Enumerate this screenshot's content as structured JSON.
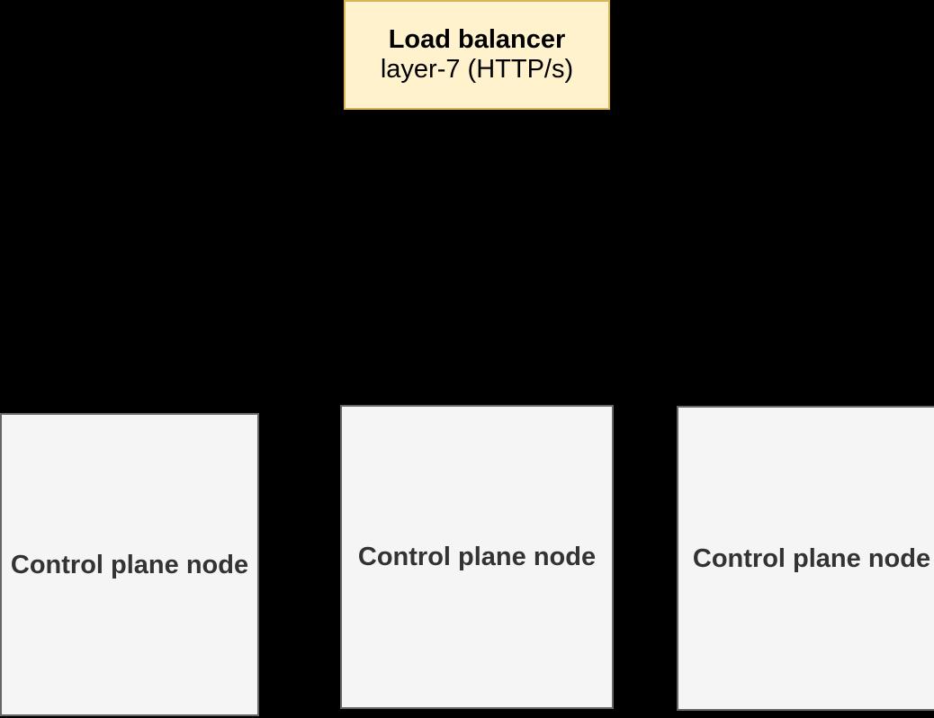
{
  "diagram": {
    "background_color": "#000000",
    "load_balancer": {
      "title": "Load balancer",
      "subtitle": "layer-7 (HTTP/s)",
      "fill_color": "#FFF2CC",
      "border_color": "#D6B656",
      "text_color": "#000000"
    },
    "control_plane_nodes": [
      {
        "label": "Control plane node"
      },
      {
        "label": "Control plane node"
      },
      {
        "label": "Control plane node"
      }
    ],
    "node_style": {
      "fill_color": "#F5F5F5",
      "border_color": "#666666",
      "text_color": "#333333"
    }
  }
}
